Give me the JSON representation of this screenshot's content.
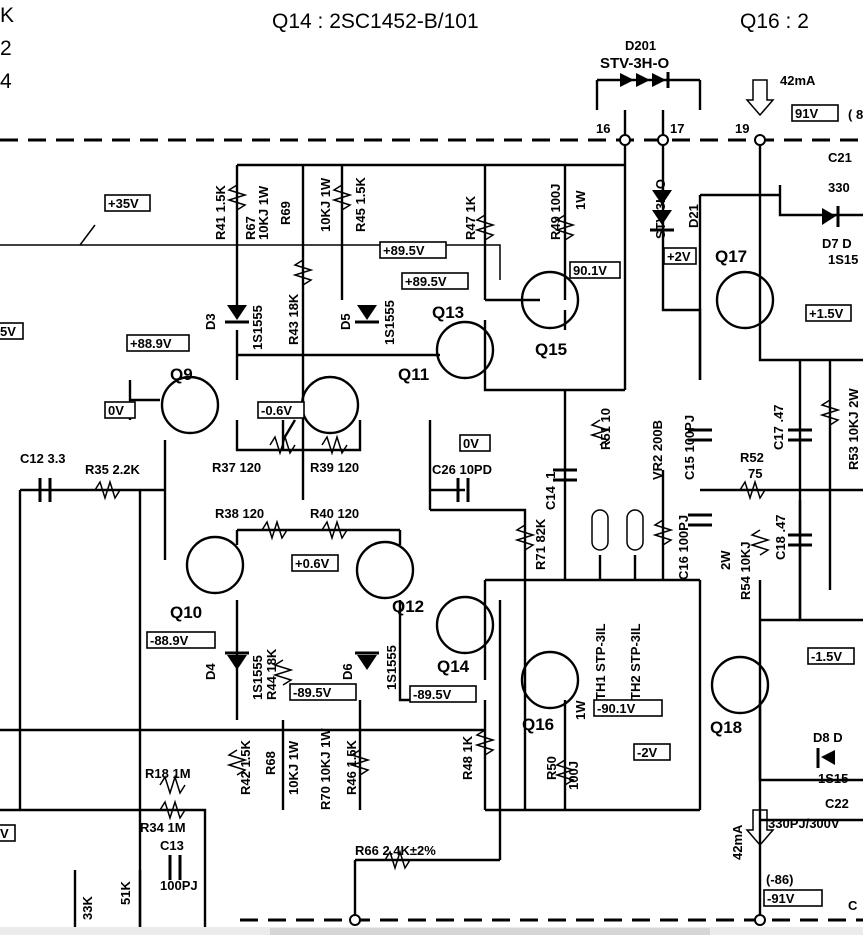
{
  "header": {
    "left_partial": [
      "K",
      "2",
      "4"
    ],
    "title": "Q14  : 2SC1452-B/101",
    "right_partial": "Q16     : 2"
  },
  "components": {
    "D201": "D201",
    "D201_type": "STV-3H-O",
    "pin16": "16",
    "pin17": "17",
    "pin19": "19",
    "current_top": "42mA",
    "current_bottom": "42mA",
    "v91_top": "91V",
    "v91_top_suffix": "( 8",
    "C21": "C21",
    "C21_val": "330",
    "D7": "D7 D",
    "D7_type": "1S15",
    "D21_type": "STV-3H-O",
    "D21": "D21",
    "R41": "R41 1.5K",
    "R67": "R67",
    "R67_val": "10KJ 1W",
    "R69": "R69",
    "R69_val": "10KJ 1W",
    "R45": "R45 1.5K",
    "R47": "R47 1K",
    "R49": "R49 100J",
    "R49_w": "1W",
    "D3": "D3",
    "D3_type": "1S1555",
    "R43": "R43 18K",
    "D5": "D5",
    "D5_type": "1S1555",
    "Q9": "Q9",
    "Q10": "Q10",
    "Q11": "Q11",
    "Q12": "Q12",
    "Q13": "Q13",
    "Q14": "Q14",
    "Q15": "Q15",
    "Q16": "Q16",
    "Q17": "Q17",
    "Q18": "Q18",
    "R37": "R37 120",
    "R39": "R39 120",
    "R38": "R38 120",
    "R40": "R40 120",
    "C12": "C12 3.3",
    "R35": "R35 2.2K",
    "C26": "C26 10PD",
    "C14": "C14 .1",
    "R51": "R51 10",
    "VR2": "VR2 200B",
    "C15": "C15 100PJ",
    "R52": "R52",
    "R52_val": "75",
    "C17": "C17 .47",
    "R53": "R53 10KJ 2W",
    "C16": "C16 100PJ",
    "C18": "C18 .47",
    "R54": "R54 10KJ",
    "R54_w": "2W",
    "R71": "R71 82K",
    "TH1": "TH1  STP-3IL",
    "TH2": "TH2  STP-3IL",
    "D4": "D4",
    "D4_type": "1S1555",
    "R44": "R44 18K",
    "D6": "D6",
    "D6_type": "1S1555",
    "R42": "R42 1.5K",
    "R68": "R68",
    "R68_val": "10KJ 1W",
    "R70": "R70 10KJ 1W",
    "R46": "R46 1.5K",
    "R48": "R48 1K",
    "R50": "R50",
    "R50_val": "100J",
    "R50_w": "1W",
    "R18": "R18 1M",
    "R34": "R34 1M",
    "C13": "C13",
    "C13_val": "100PJ",
    "R66": "R66  2.4K±2%",
    "R33": "33K",
    "R16": "51K",
    "D8": "D8  D",
    "D8_type": "1S15",
    "C22": "C22",
    "C22_val": "330PJ/300V",
    "neg86": "(-86)",
    "neg91": "-91V",
    "c_right": "C"
  },
  "voltages": {
    "p35": "+35V",
    "p89_5a": "+89.5V",
    "p89_5b": "+89.5V",
    "p90_1": "90.1V",
    "p88_9": "+88.9V",
    "p2": "+2V",
    "p1_5": "+1.5V",
    "left_5v": "5V",
    "zero_a": "0V",
    "neg0_6": "-0.6V",
    "zero_b": "0V",
    "p0_6": "+0.6V",
    "neg88_9": "-88.9V",
    "neg89_5a": "-89.5V",
    "neg89_5b": "-89.5V",
    "neg90_1": "-90.1V",
    "neg2": "-2V",
    "neg1_5": "-1.5V",
    "left_v": "V"
  }
}
